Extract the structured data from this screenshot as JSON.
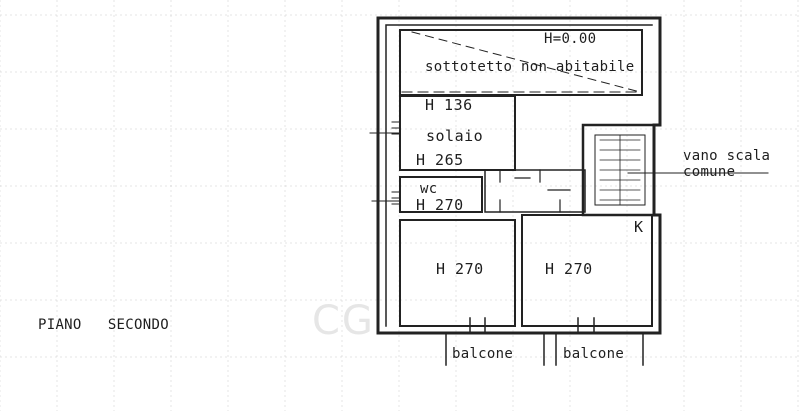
{
  "plan": {
    "floor_title": "PIANO   SECONDO",
    "attic": {
      "height": "H=0.00",
      "label": "sottotetto non abitabile"
    },
    "solaio_room": {
      "height_top": "H 136",
      "label": "solaio",
      "height_bottom": "H 265"
    },
    "wc": {
      "label": "wc",
      "height": "H 270"
    },
    "room_left": {
      "height": "H 270"
    },
    "room_right": {
      "height": "H 270",
      "marker": "K"
    },
    "stair": {
      "label_line1": "vano scala",
      "label_line2": "comune"
    },
    "balconies": [
      "balcone",
      "balcone"
    ],
    "watermark": "CG"
  }
}
